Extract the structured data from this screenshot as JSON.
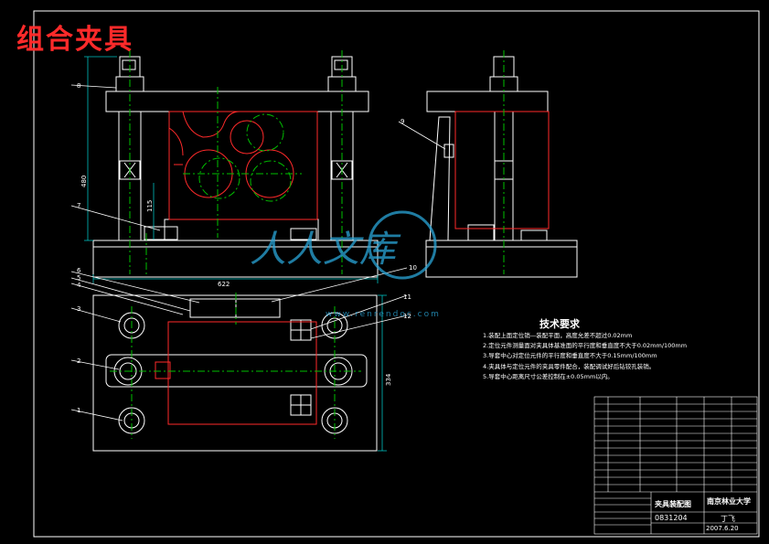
{
  "title": "组合夹具",
  "watermark": "人人文库",
  "watermark_url": "www.renrendoc.com",
  "dimensions": {
    "height": "480",
    "mid": "115",
    "width": "622",
    "depth": "334"
  },
  "part_labels": [
    "8",
    "7",
    "6",
    "5",
    "4",
    "3",
    "2",
    "1",
    "9",
    "10",
    "11",
    "12"
  ],
  "tech_requirements": {
    "title": "技术要求",
    "items": [
      "1.装配上面定位销—装配平面，高度允差不超过0.02mm",
      "2.定位元件测量面对夹具体基准面的平行度和垂直度不大于0.02mm/100mm",
      "3.导套中心对定位元件的平行度和垂直度不大于0.15mm/100mm",
      "4.夹具体与定位元件的夹具零件配合，装配调试好后钻铰孔装销。",
      "5.导套中心距离尺寸公差控制在±0.05mm以内。"
    ]
  },
  "title_block": {
    "drawing_name": "夹具装配图",
    "university": "南京林业大学",
    "drawing_no": "0831204",
    "author": "丁飞",
    "date": "2007.6.20"
  },
  "colors": {
    "background": "#000000",
    "outline": "#ffffff",
    "hidden": "#ff2a2a",
    "centerline": "#00c000",
    "dimension": "#00c0c0",
    "watermark": "#2aa6d8"
  }
}
